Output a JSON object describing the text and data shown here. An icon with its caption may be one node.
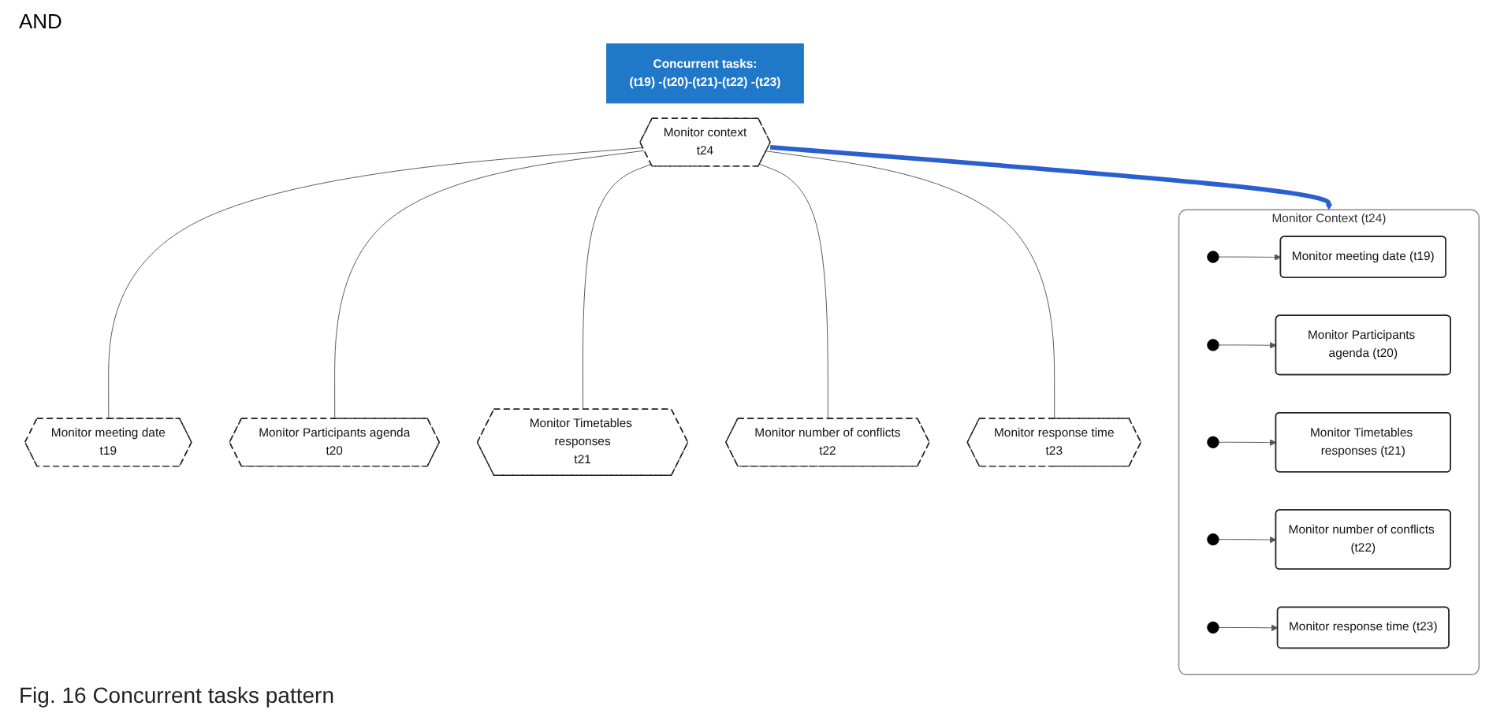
{
  "diagram": {
    "caption": "Fig. 16 Concurrent tasks pattern",
    "nodes": [
      {
        "text": [
          "Concurrent tasks:",
          "(t19) -(t20)-(t21)-(t22) -(t23)"
        ]
      },
      {
        "text": [
          "Monitor context",
          "t24"
        ]
      },
      {
        "text": [
          "Monitor meeting date",
          "t19"
        ]
      },
      {
        "text": [
          "Monitor response time",
          "t23"
        ]
      },
      {
        "text": [
          "Monitor Participants agenda",
          "t20"
        ]
      },
      {
        "text": [
          "Monitor number of conflicts",
          "t22"
        ]
      },
      {
        "text": [
          "Monitor Timetables responses",
          "t21"
        ]
      },
      {
        "text": [
          "Monitor Context (t24)"
        ]
      },
      {
        "text": [],
        "shape": "circle",
        "in": 7
      },
      {
        "text": [
          "Monitor meeting date (t19)"
        ],
        "in": 7
      },
      {
        "text": [],
        "shape": "circle",
        "in": 7
      },
      {
        "text": [
          "Monitor Participants agenda (t20)"
        ],
        "in": 7
      },
      {
        "text": [],
        "shape": "circle",
        "in": 7
      },
      {
        "text": [
          "Monitor Timetables responses (t21)"
        ],
        "in": 7
      },
      {
        "text": [],
        "shape": "circle",
        "in": 7
      },
      {
        "text": [
          "Monitor number of conflicts (t22)"
        ],
        "in": 7
      },
      {
        "text": [],
        "shape": "circle",
        "in": 7
      },
      {
        "text": [
          "Monitor response time (t23)"
        ],
        "in": 7
      }
    ],
    "edges": [
      {
        "from": 1,
        "to": 2,
        "arrow": "none"
      },
      {
        "from": 1,
        "to": 4,
        "arrow": "none"
      },
      {
        "from": 1,
        "to": 6,
        "arrow": "none"
      },
      {
        "from": 1,
        "to": 5,
        "arrow": "none"
      },
      {
        "from": 1,
        "to": 3,
        "arrow": "none"
      },
      {
        "from": 1,
        "to": 7,
        "arrow": "to",
        "style": "thick",
        "color": "#2a5fcf"
      },
      {
        "from": 8,
        "to": 9,
        "arrow": "to"
      },
      {
        "from": 10,
        "to": 11,
        "arrow": "to"
      },
      {
        "from": 12,
        "to": 13,
        "arrow": "to"
      },
      {
        "from": 14,
        "to": 15,
        "arrow": "to"
      },
      {
        "from": 16,
        "to": 17,
        "arrow": "to"
      }
    ],
    "labels": [
      "AND"
    ]
  }
}
